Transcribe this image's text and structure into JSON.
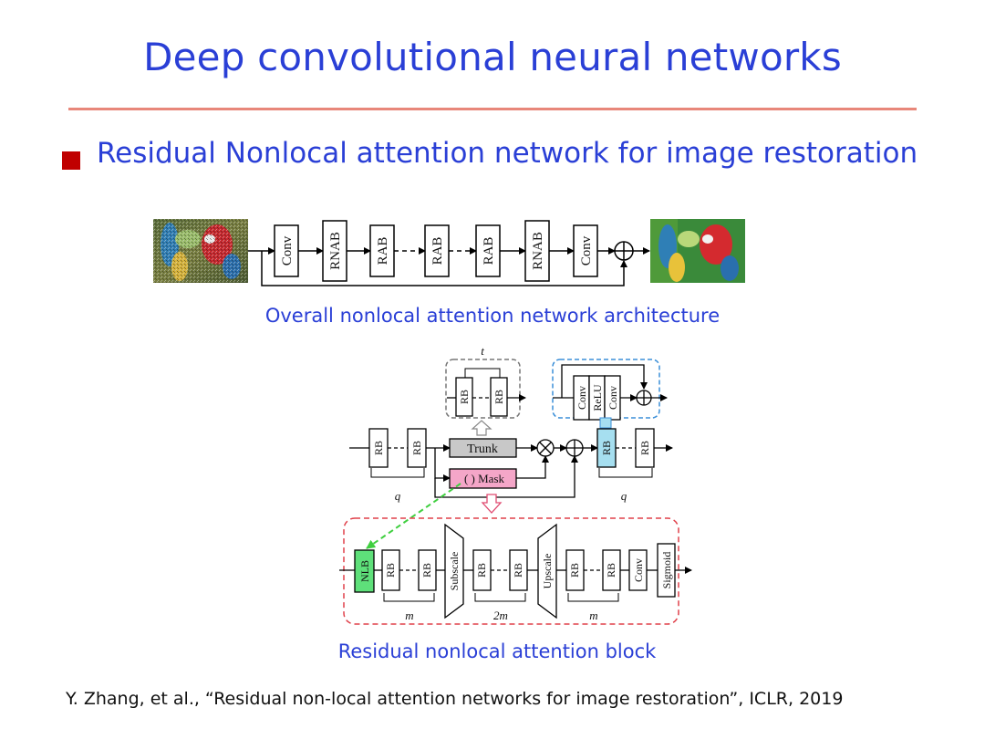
{
  "slide": {
    "title": "Deep convolutional neural networks",
    "bullet": "Residual Nonlocal attention network for image restoration",
    "caption_top": "Overall nonlocal attention network architecture",
    "caption_bottom": "Residual nonlocal attention block",
    "citation": "Y. Zhang, et al., “Residual non-local attention networks for image restoration”, ICLR, 2019"
  },
  "colors": {
    "title": "#2a3fd6",
    "rule": "#e8877a",
    "bullet": "#c00000",
    "trunk_fill": "#c8c8c8",
    "mask_fill": "#f4a6c8",
    "rb_highlight": "#a6dff0",
    "nlb_fill": "#5ee07a",
    "dashed_grey": "#777777",
    "dashed_blue": "#3b8fd8",
    "dashed_red": "#e0404a",
    "arrow_green": "#3fcf3f"
  },
  "top_diagram": {
    "blocks": [
      "Conv",
      "RNAB",
      "RAB",
      "RAB",
      "RAB",
      "RNAB",
      "Conv"
    ],
    "input_image": "noisy-parrots-image",
    "output_image": "clean-parrots-image"
  },
  "rab_diagram": {
    "trunk_label": "Trunk",
    "mask_label": "( ) Mask",
    "left_blocks": [
      "RB",
      "RB"
    ],
    "right_blocks": [
      "RB",
      "RB"
    ],
    "trunk_detail_blocks": [
      "RB",
      "RB"
    ],
    "rb_detail_blocks": [
      "Conv",
      "ReLU",
      "Conv"
    ],
    "label_q_left": "q",
    "label_q_right": "q",
    "label_t": "t"
  },
  "mask_diagram": {
    "nlb_label": "NLB",
    "group1": [
      "RB",
      "RB"
    ],
    "subscale_label": "Subscale",
    "group2": [
      "RB",
      "RB"
    ],
    "upscale_label": "Upscale",
    "group3": [
      "RB",
      "RB"
    ],
    "conv_label": "Conv",
    "sigmoid_label": "Sigmoid",
    "label_m1": "m",
    "label_2m": "2m",
    "label_m2": "m"
  }
}
